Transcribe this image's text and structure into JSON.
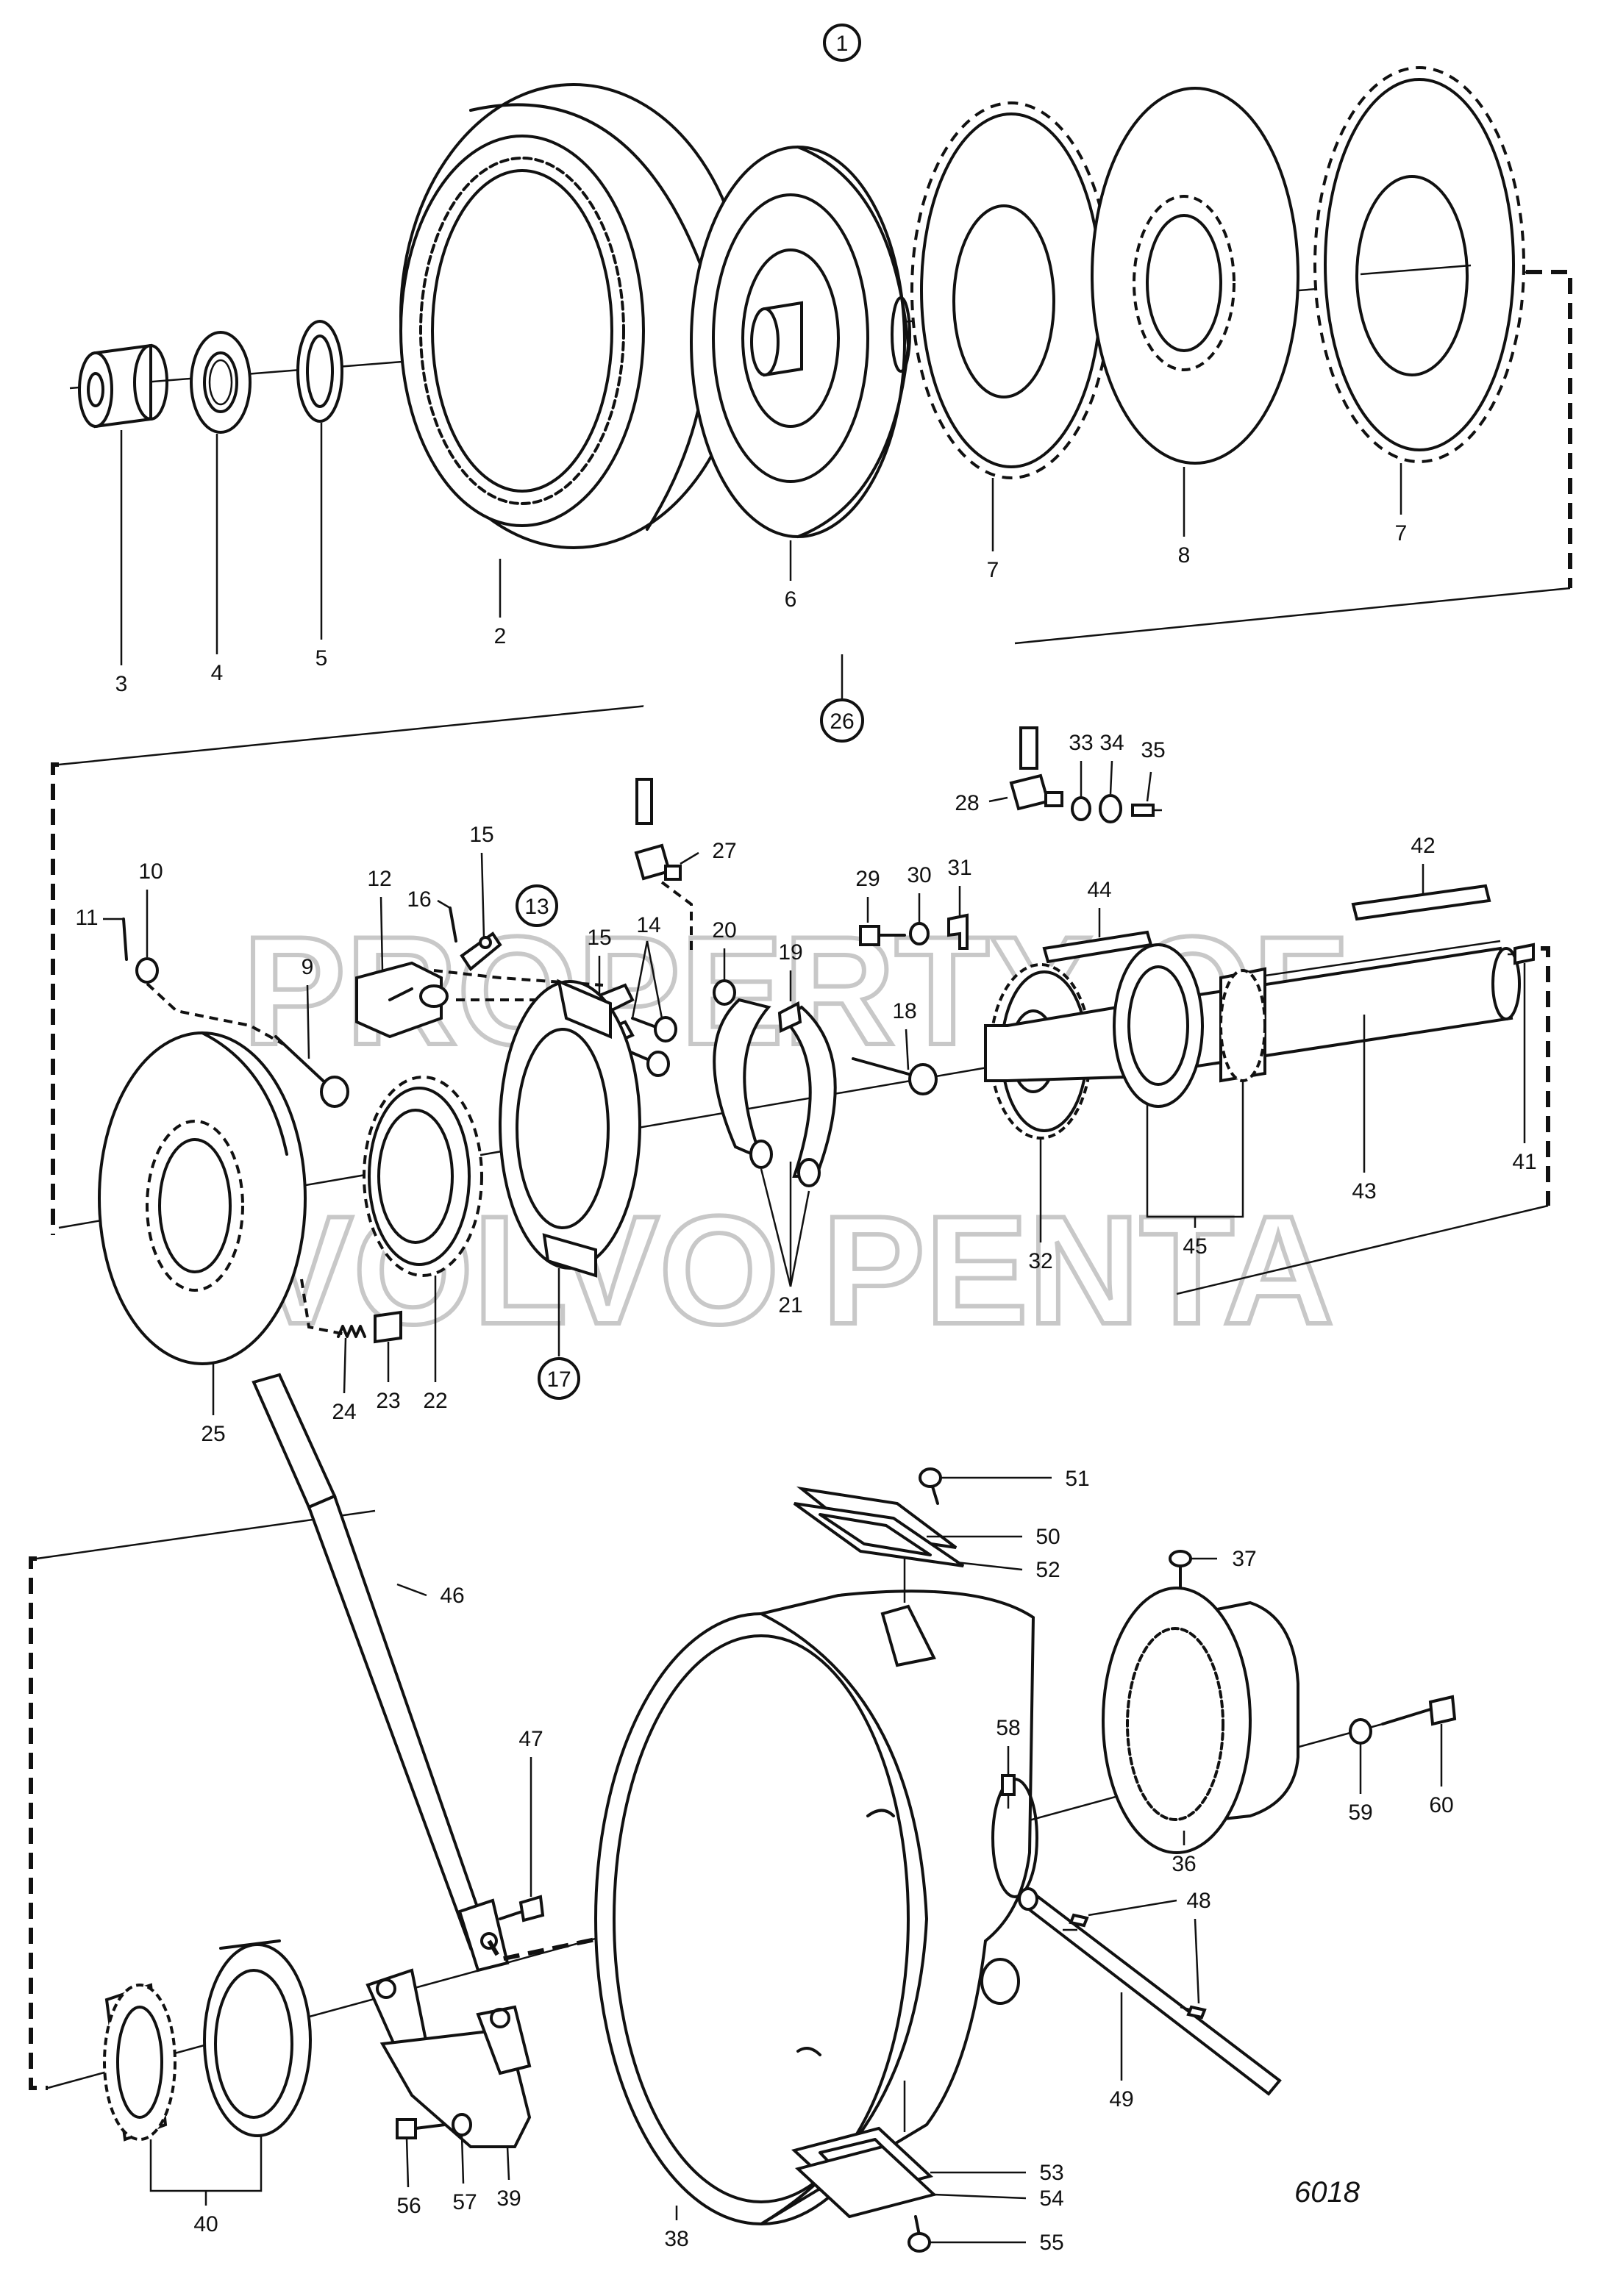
{
  "diagram": {
    "header_marker": "1",
    "figure_ref": "6018",
    "watermark": [
      "PROPERTY OF",
      "VOLVO PENTA"
    ],
    "parts": {
      "p2": "2",
      "p3": "3",
      "p4": "4",
      "p5": "5",
      "p6": "6",
      "p7a": "7",
      "p7b": "7",
      "p8": "8",
      "p9": "9",
      "p10": "10",
      "p11": "11",
      "p12": "12",
      "p13": "13",
      "p14": "14",
      "p15a": "15",
      "p15b": "15",
      "p16": "16",
      "p17": "17",
      "p18": "18",
      "p19": "19",
      "p20": "20",
      "p21": "21",
      "p22": "22",
      "p23": "23",
      "p24": "24",
      "p25": "25",
      "p26": "26",
      "p27": "27",
      "p28": "28",
      "p29": "29",
      "p30": "30",
      "p31": "31",
      "p32": "32",
      "p33": "33",
      "p34": "34",
      "p35": "35",
      "p36": "36",
      "p37": "37",
      "p38": "38",
      "p39": "39",
      "p40": "40",
      "p41": "41",
      "p42": "42",
      "p43": "43",
      "p44": "44",
      "p45": "45",
      "p46": "46",
      "p47": "47",
      "p48": "48",
      "p49": "49",
      "p50": "50",
      "p51": "51",
      "p52": "52",
      "p53": "53",
      "p54": "54",
      "p55": "55",
      "p56": "56",
      "p57": "57",
      "p58": "58",
      "p59": "59",
      "p60": "60"
    }
  }
}
